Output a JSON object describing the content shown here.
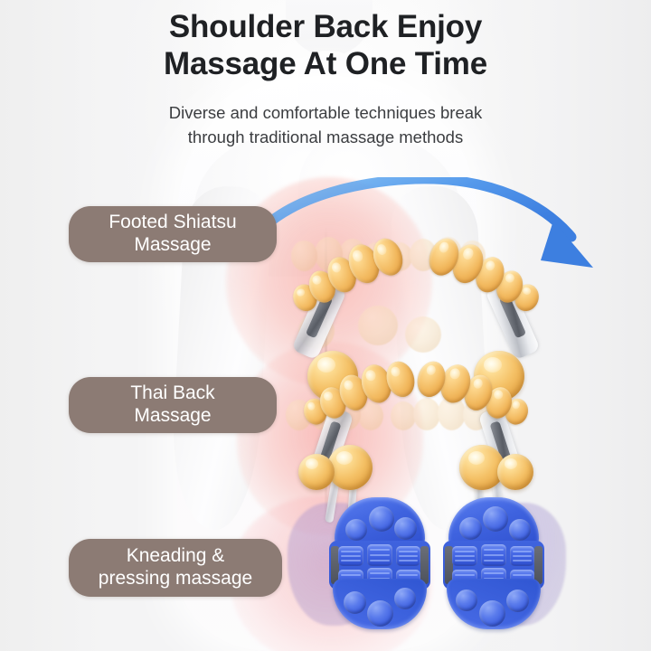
{
  "headline": {
    "line1": "Shoulder Back Enjoy",
    "line2": "Massage At One Time"
  },
  "subtitle": {
    "line1": "Diverse and comfortable techniques break",
    "line2": "through traditional massage methods"
  },
  "labels": [
    {
      "id": "footed-shiatsu",
      "line1": "Footed Shiatsu",
      "line2": "Massage"
    },
    {
      "id": "thai-back",
      "line1": "Thai Back",
      "line2": "Massage"
    },
    {
      "id": "kneading-pressing",
      "line1": "Kneading &",
      "line2": "pressing massage"
    }
  ],
  "colors": {
    "pill_background": "#8c7b74",
    "pill_text": "#ffffff",
    "headline_text": "#1f2124",
    "subtitle_text": "#3b3d40",
    "page_background": "#ffffff",
    "roller_gold": "#f2b95f",
    "roller_gold_highlight": "#ffe6a8",
    "kneader_blue": "#3f63df",
    "kneader_blue_dark": "#2c4ccb",
    "arrow_blue": "#4a90e8",
    "heat_glow_pink": "#f7968e",
    "chrome_silver": "#b0b4bc"
  },
  "graphic": {
    "subject": "female-torso-back-view",
    "arrow_label": "shoulder-sweep-arrow",
    "roller_units": "gold-shiatsu-roller-clusters",
    "kneader_units": "blue-kneading-foot-pads"
  }
}
